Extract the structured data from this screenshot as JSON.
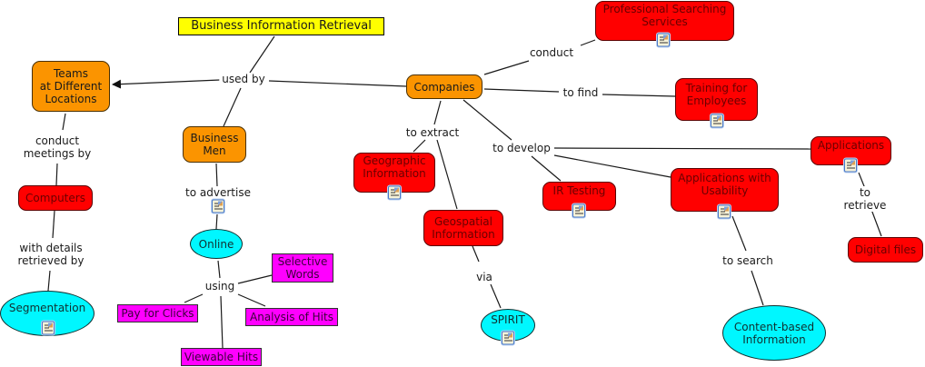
{
  "colors": {
    "orange": "#fb9400",
    "red": "#ff0000",
    "cyan": "#00f7ff",
    "magenta": "#ff00ff",
    "yellow": "#ffff00",
    "line": "#1a1a1a"
  },
  "title": "Business Information Retrieval",
  "nodes": {
    "bir": "Business Information Retrieval",
    "teams": "Teams\nat Different\nLocations",
    "companies": "Companies",
    "business_men": "Business\nMen",
    "computers": "Computers",
    "segmentation": "Segmentation",
    "online": "Online",
    "selective_words": "Selective\nWords",
    "pay_for_clicks": "Pay for Clicks",
    "analysis_of_hits": "Analysis of Hits",
    "viewable_hits": "Viewable Hits",
    "prof_services": "Professional Searching\nServices",
    "training": "Training for\nEmployees",
    "geographic": "Geographic\nInformation",
    "geospatial": "Geospatial\nInformation",
    "spirit": "SPIRIT",
    "ir_testing": "IR Testing",
    "apps_usability": "Applications with\nUsability",
    "applications": "Applications",
    "digital_files": "Digital files",
    "content_based": "Content-based\nInformation"
  },
  "links": {
    "used_by": "used by",
    "conduct_meetings_by": "conduct\nmeetings by",
    "with_details_retrieved_by": "with details\nretrieved by",
    "to_advertise": "to advertise",
    "using": "using",
    "conduct": "conduct",
    "to_find": "to find",
    "to_extract": "to extract",
    "to_develop": "to develop",
    "via": "via",
    "to_retrieve": "to retrieve",
    "to_search": "to search"
  },
  "resource_icon": "document-image-resource-icon"
}
